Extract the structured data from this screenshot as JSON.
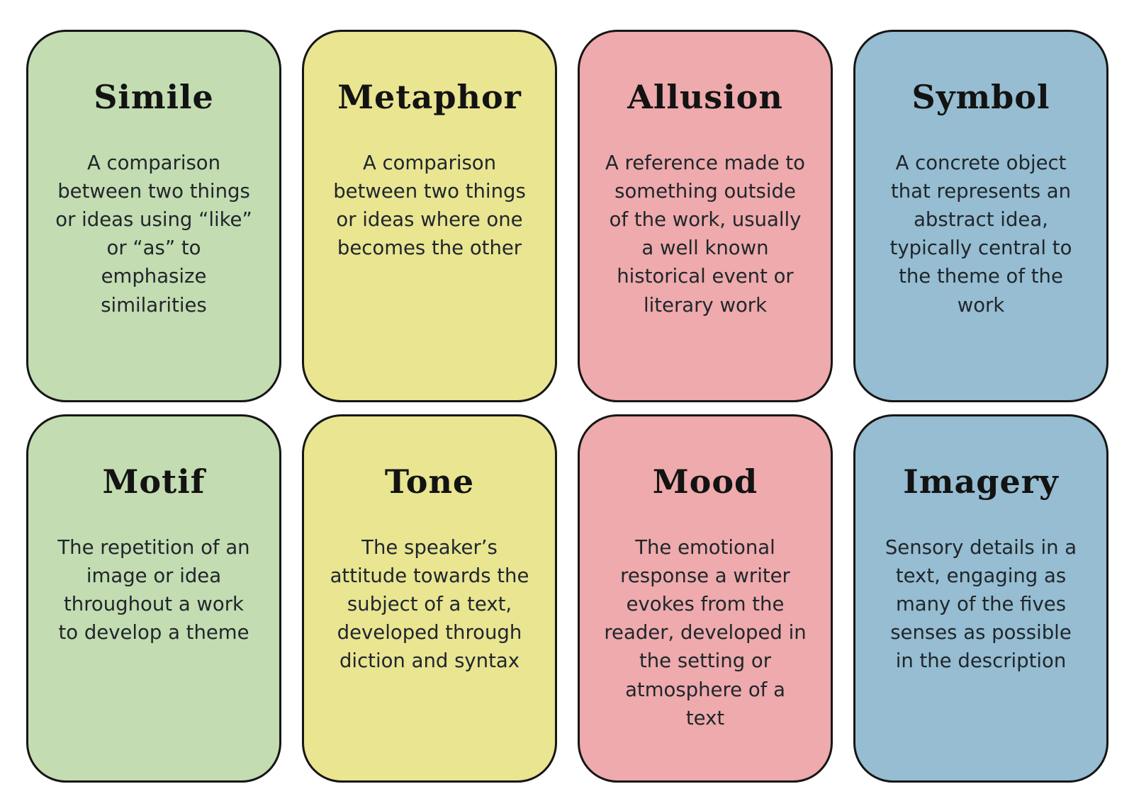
{
  "page": {
    "background_color": "#ffffff",
    "border_color": "#161616",
    "text_color": "#20262c",
    "title_color": "#131313"
  },
  "palette": {
    "green": "#c3dcb1",
    "yellow": "#e9e591",
    "pink": "#eeaaac",
    "blue": "#96bdd1"
  },
  "cards": [
    {
      "id": "simile",
      "title": "Simile",
      "description": "A comparison between two things or ideas using “like” or “as” to emphasize similarities",
      "bg": "#c3dcb1"
    },
    {
      "id": "metaphor",
      "title": "Metaphor",
      "description": "A comparison between two things or ideas where one becomes the other",
      "bg": "#e9e591"
    },
    {
      "id": "allusion",
      "title": "Allusion",
      "description": "A reference made to something outside of the work, usually a well known historical event or literary work",
      "bg": "#eeaaac"
    },
    {
      "id": "symbol",
      "title": "Symbol",
      "description": "A concrete object that represents an abstract idea, typically central to the theme of the work",
      "bg": "#96bdd1"
    },
    {
      "id": "motif",
      "title": "Motif",
      "description": "The repetition of an image or idea throughout a work to develop a theme",
      "bg": "#c3dcb1"
    },
    {
      "id": "tone",
      "title": "Tone",
      "description": "The speaker’s attitude towards the subject of a text, developed through diction and syntax",
      "bg": "#e9e591"
    },
    {
      "id": "mood",
      "title": "Mood",
      "description": "The emotional response a writer evokes from the reader, developed in the setting or atmosphere of a text",
      "bg": "#eeaaac"
    },
    {
      "id": "imagery",
      "title": "Imagery",
      "description": "Sensory details in a text, engaging as many of the fives senses as possible in the description",
      "bg": "#96bdd1"
    }
  ]
}
